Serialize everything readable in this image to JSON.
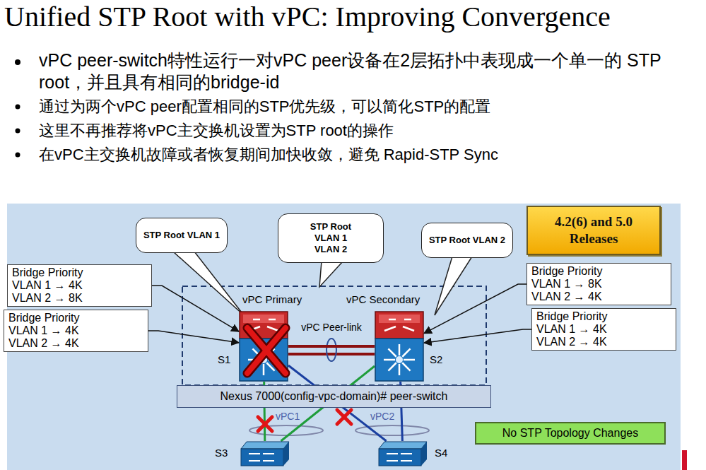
{
  "diagram": {
    "title": "Unified STP Root with vPC: Improving Convergence",
    "nodes": [
      {
        "text": [
          "STP Root VLAN 1"
        ]
      },
      {
        "text": [
          "STP Root VLAN 1 VLAN 2"
        ]
      },
      {
        "text": [
          "STP Root VLAN 2"
        ]
      },
      {
        "text": [
          "4.2(6) and 5.0 Releases"
        ]
      },
      {
        "text": [
          "Bridge Priority",
          "VLAN 1 → 4K",
          "VLAN 2 → 8K"
        ]
      },
      {
        "text": [
          "Bridge Priority",
          "VLAN 1 → 4K",
          "VLAN 2 → 4K"
        ]
      },
      {
        "text": [
          "Bridge Priority",
          "VLAN 1 → 8K",
          "VLAN 2 → 4K"
        ]
      },
      {
        "text": [
          "Bridge Priority",
          "VLAN 1 → 4K",
          "VLAN 2 → 4K"
        ]
      },
      {
        "text": [
          "vPC Primary",
          "S1"
        ]
      },
      {
        "text": [
          "vPC Secondary",
          "S2"
        ]
      },
      {
        "text": [
          "Nexus 7000(config-vpc-domain)# peer-switch"
        ]
      },
      {
        "text": [
          "S3"
        ]
      },
      {
        "text": [
          "S4"
        ]
      },
      {
        "text": [
          "No STP Topology Changes"
        ]
      }
    ],
    "edges": [
      {
        "from": 8,
        "to": 9,
        "arrow": "none",
        "label": "vPC Peer-link"
      },
      {
        "from": 4,
        "to": 8,
        "arrow": "to"
      },
      {
        "from": 5,
        "to": 8,
        "arrow": "to"
      },
      {
        "from": 6,
        "to": 9,
        "arrow": "to"
      },
      {
        "from": 7,
        "to": 9,
        "arrow": "to"
      },
      {
        "from": 11,
        "to": 8,
        "arrow": "none"
      },
      {
        "from": 11,
        "to": 9,
        "arrow": "none"
      },
      {
        "from": 12,
        "to": 8,
        "arrow": "none"
      },
      {
        "from": 12,
        "to": 9,
        "arrow": "none"
      }
    ],
    "labels": [
      "vPC peer-switch特性运行一对vPC peer设备在2层拓扑中表现成一个单一的 STP root，并且具有相同的bridge-id",
      "通过为两个vPC peer配置相同的STP优先级，可以简化STP的配置",
      "这里不再推荐将vPC主交换机设置为STP root的操作",
      "在vPC主交换机故障或者恢复期间加快收敛，避免 Rapid-STP Sync",
      "vPC1",
      "vPC2"
    ]
  }
}
